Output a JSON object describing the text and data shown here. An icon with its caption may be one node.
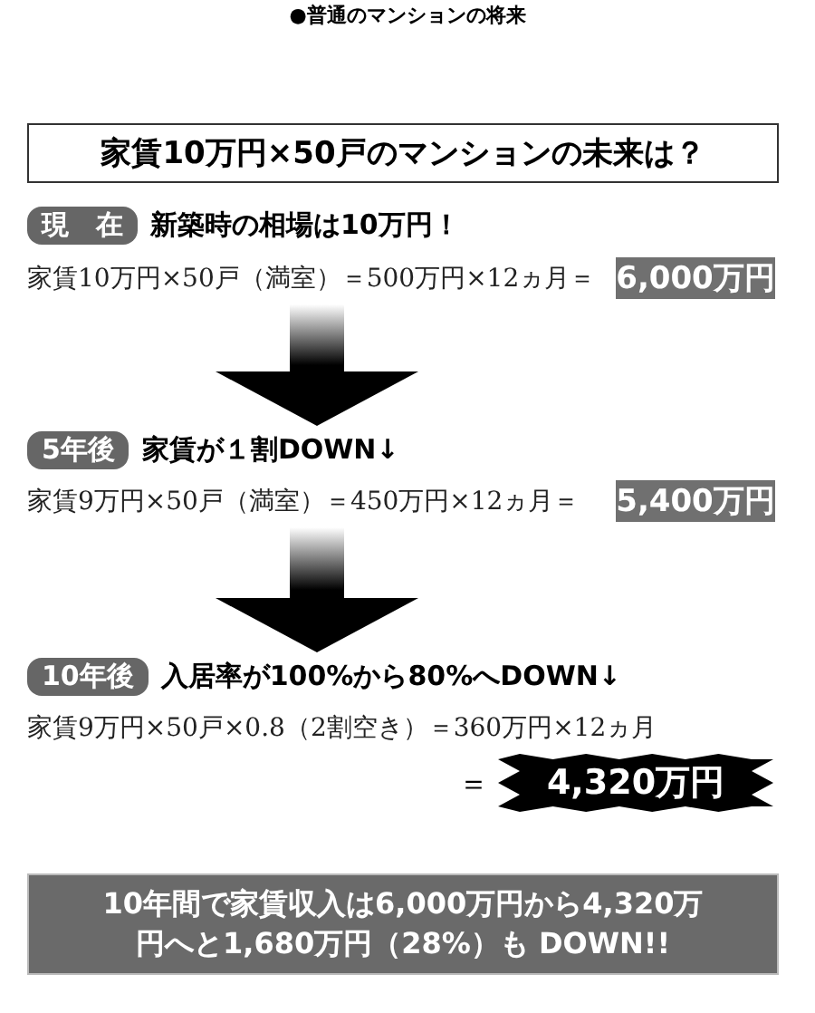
{
  "diagram": {
    "title": "●普通のマンションの将来",
    "nodes": [
      {
        "text": [
          "家賃10万円×50戸のマンションの未来は？"
        ]
      },
      {
        "text": [
          "現　在",
          "新築時の相場は10万円！"
        ]
      },
      {
        "text": [
          "家賃10万円×50戸（満室）＝500万円×12ヵ月＝"
        ]
      },
      {
        "text": [
          "6,000万円"
        ]
      },
      {
        "text": [
          "5年後",
          "家賃が１割DOWN↓"
        ]
      },
      {
        "text": [
          "家賃9万円×50戸（満室）＝450万円×12ヵ月＝"
        ]
      },
      {
        "text": [
          "5,400万円"
        ]
      },
      {
        "text": [
          "10年後",
          "入居率が100%から80%へDOWN↓"
        ]
      },
      {
        "text": [
          "家賃9万円×50戸×0.8（2割空き）＝360万円×12ヵ月"
        ]
      },
      {
        "text": [
          "4,320万円"
        ],
        "beside": [
          "＝"
        ]
      },
      {
        "text": [
          "10年間で家賃収入は6,000万円から4,320万円へと1,680万円（28%）も DOWN!!"
        ]
      }
    ],
    "edges": [
      {
        "from": 2,
        "to": 4,
        "arrow": "to"
      },
      {
        "from": 5,
        "to": 7,
        "arrow": "to"
      }
    ]
  }
}
